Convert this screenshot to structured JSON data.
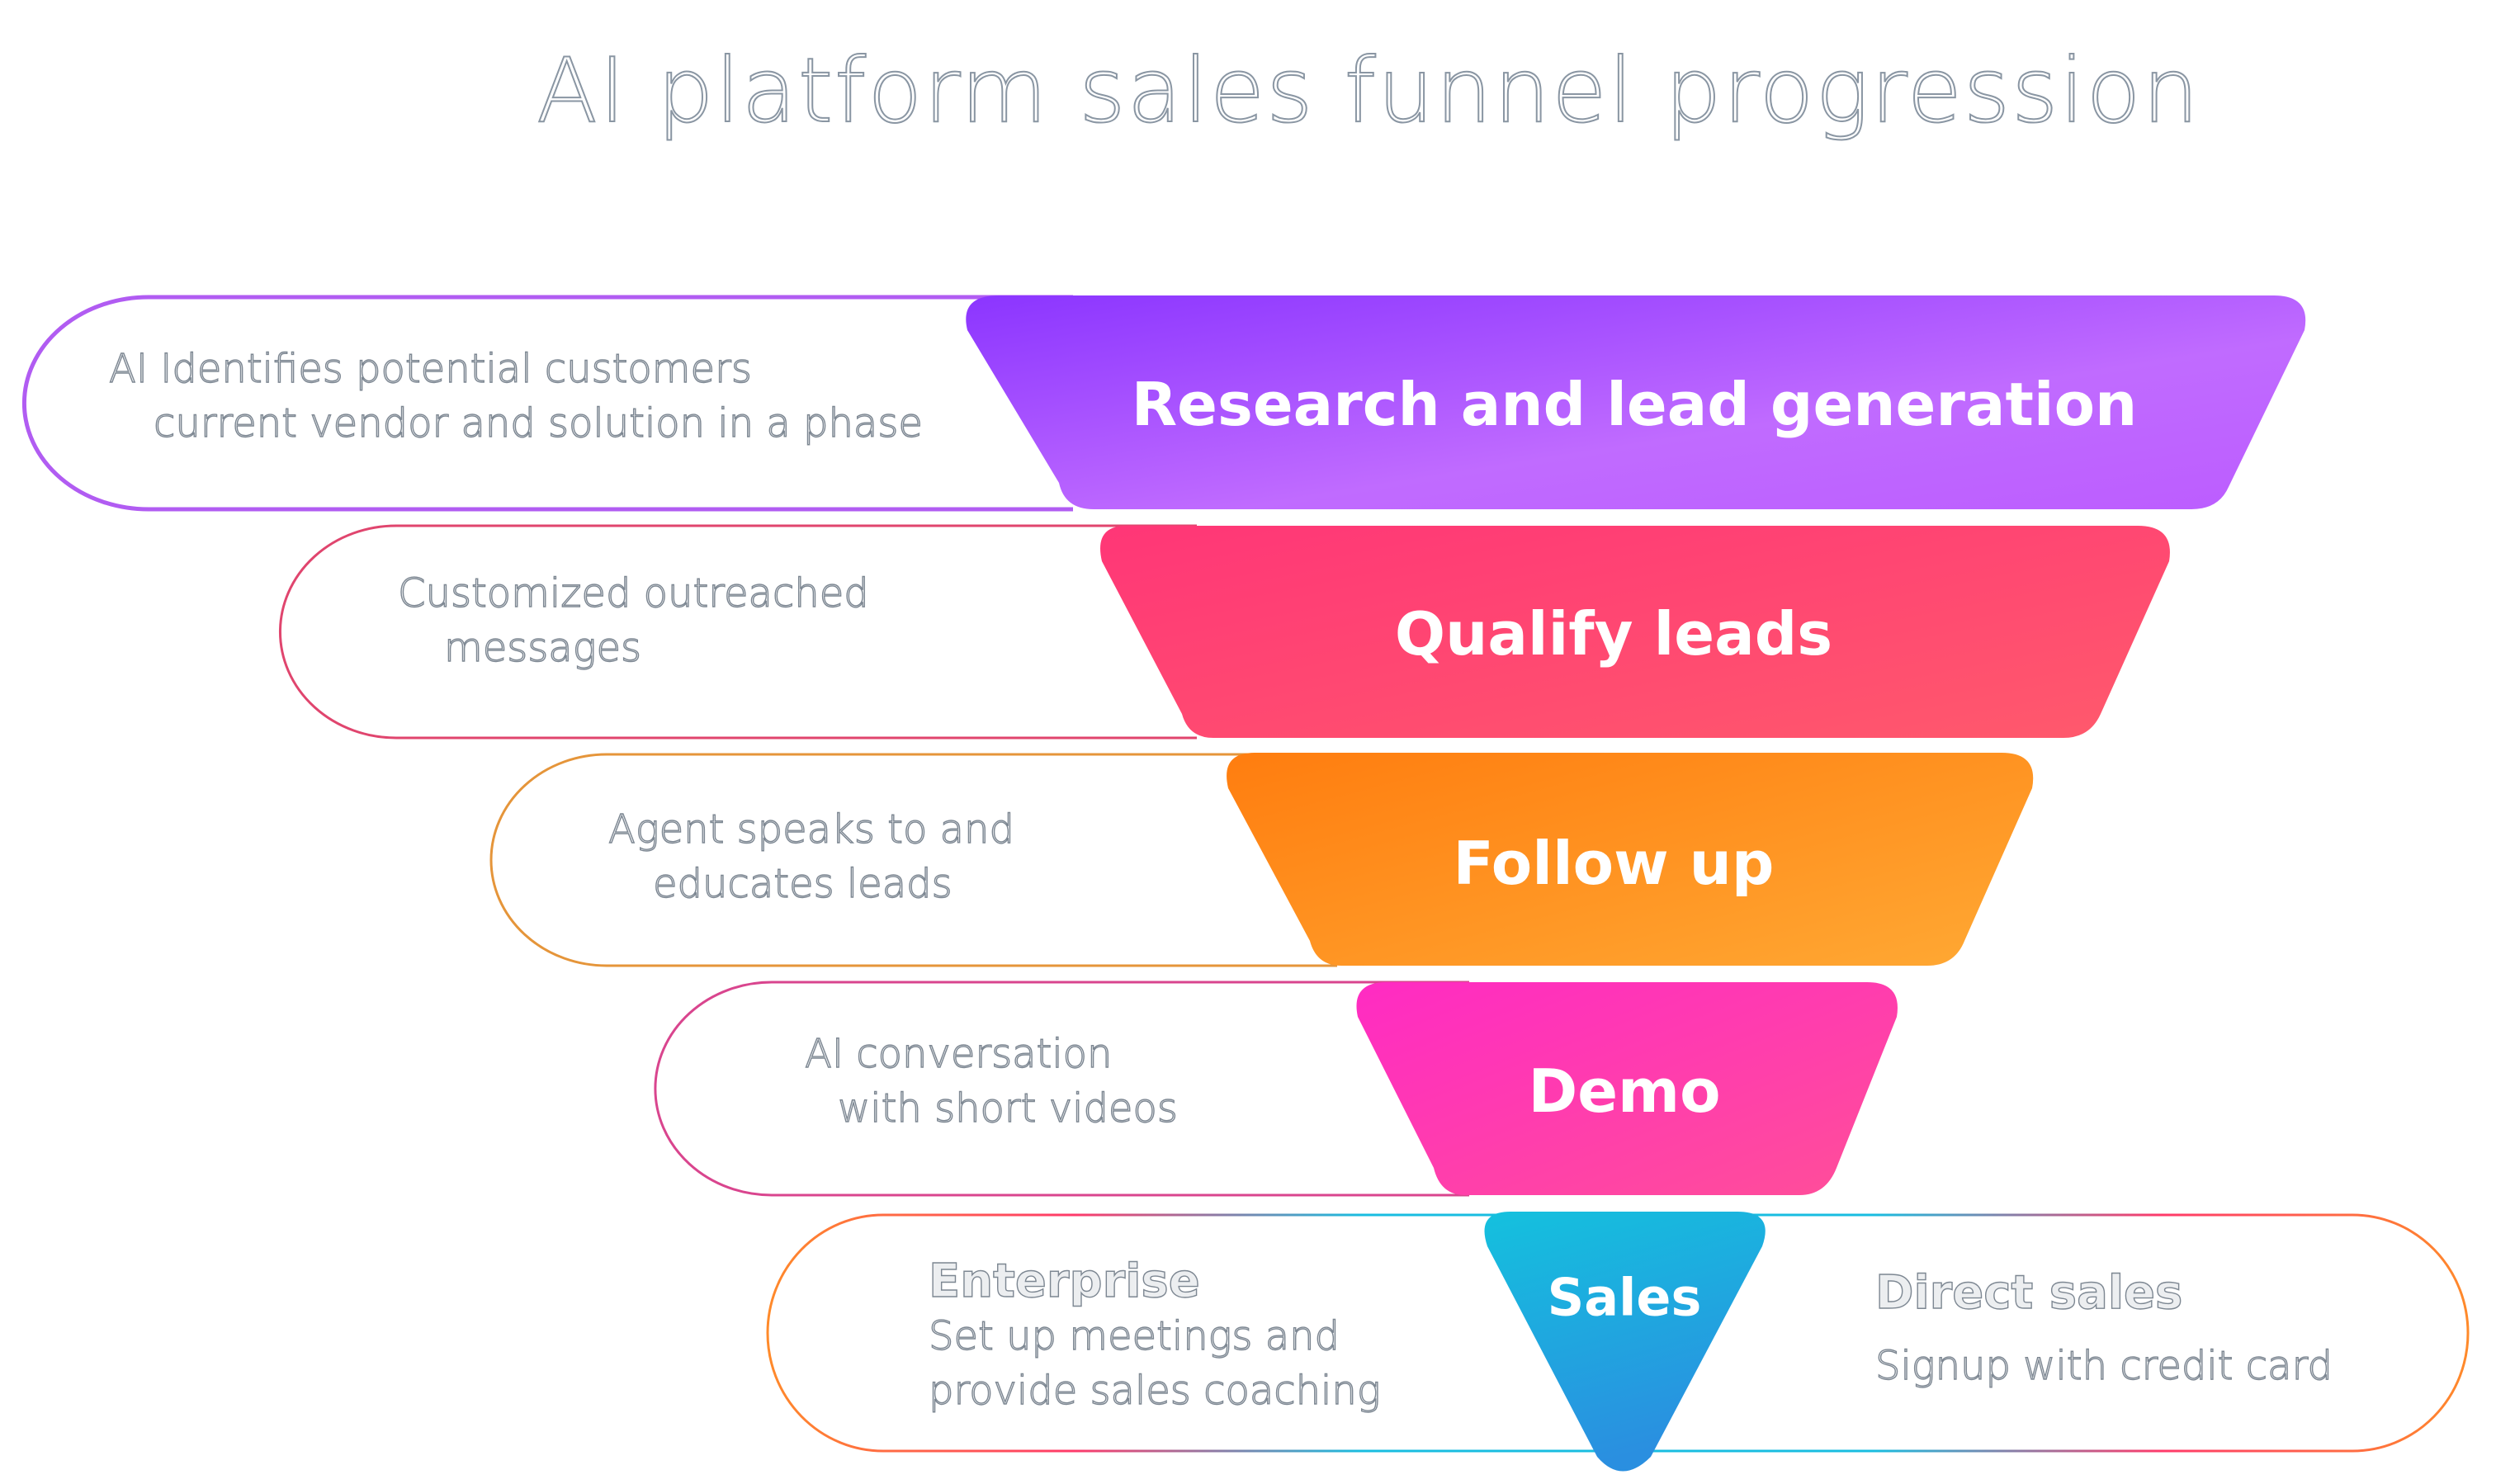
{
  "title": "AI platform sales funnel progression",
  "colors": {
    "research": [
      "#8b35ff",
      "#c06bff",
      "#bc5cff"
    ],
    "qualify": [
      "#ff3677",
      "#ff5a6c"
    ],
    "followup": [
      "#ff7d0f",
      "#ffa934"
    ],
    "demo": [
      "#ff2bc3",
      "#ff4f98"
    ],
    "sales": [
      "#14c1de",
      "#2a8fe0"
    ],
    "desc_text": "#eceef0",
    "desc_outline": "#7d8792"
  },
  "stages": [
    {
      "label": "Research and lead generation",
      "description": [
        "AI Identifies potential customers",
        "current vendor and solution in a phase"
      ]
    },
    {
      "label": "Qualify leads",
      "description": [
        "Customized outreached",
        "messages"
      ]
    },
    {
      "label": "Follow up",
      "description": [
        "Agent speaks to and",
        "educates leads"
      ]
    },
    {
      "label": "Demo",
      "description": [
        "AI conversation",
        "with short videos"
      ]
    },
    {
      "label": "Sales",
      "left": {
        "heading": "Enterprise",
        "description": [
          "Set up meetings and",
          "provide sales coaching"
        ]
      },
      "right": {
        "heading": "Direct sales",
        "description": [
          "Signup with credit card"
        ]
      }
    }
  ]
}
